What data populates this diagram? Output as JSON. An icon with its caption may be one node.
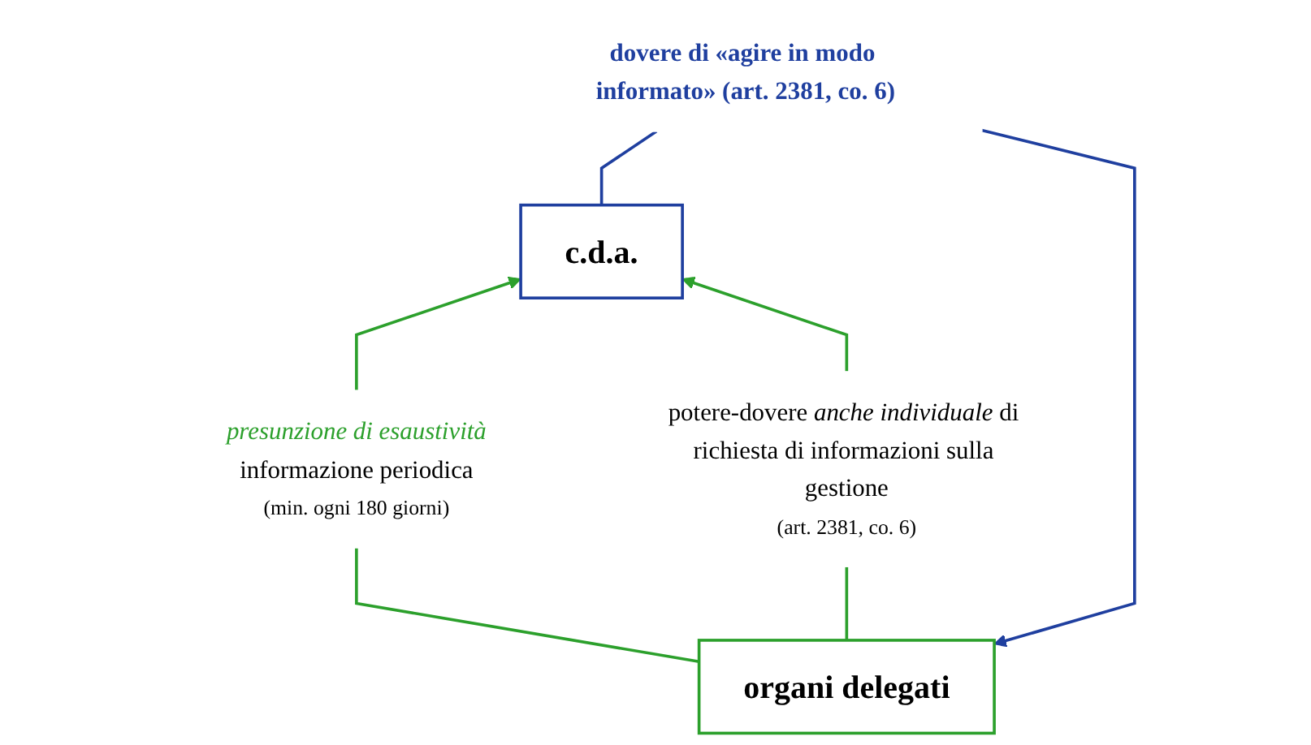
{
  "diagram": {
    "nodes": [
      {
        "text": [
          "c.d.a."
        ]
      },
      {
        "text": [
          "organi delegati"
        ]
      },
      {
        "text": [
          "presunzione di esaustività",
          "informazione periodica",
          "(min. ogni 180 giorni)"
        ]
      },
      {
        "text": [
          "potere-dovere *anche individuale* di richiesta di informazioni sulla gestione",
          "(art. 2381, co. 6)"
        ]
      },
      {
        "text": [
          "dovere di «agire in modo informato» (art. 2381, co. 6)"
        ]
      }
    ],
    "edges": [
      {
        "from": 1,
        "to": 2,
        "arrow": "none"
      },
      {
        "from": 2,
        "to": 0,
        "arrow": "to"
      },
      {
        "from": 1,
        "to": 3,
        "arrow": "none"
      },
      {
        "from": 3,
        "to": 0,
        "arrow": "to"
      },
      {
        "from": 0,
        "to": 4,
        "arrow": "none",
        "color": "#1f3f9f"
      },
      {
        "from": 4,
        "to": 1,
        "arrow": "to",
        "color": "#1f3f9f"
      }
    ]
  }
}
